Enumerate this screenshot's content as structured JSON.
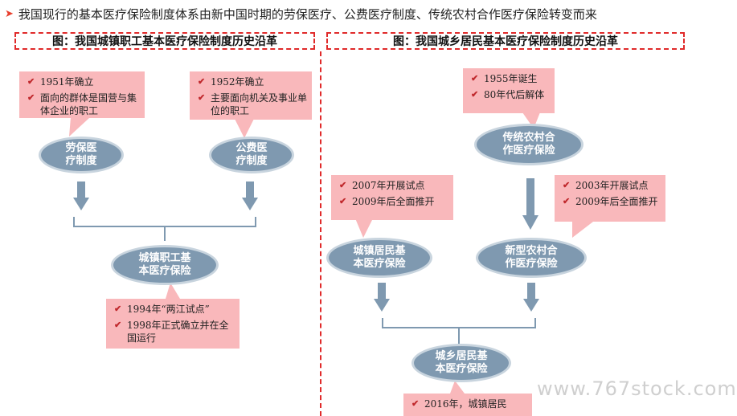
{
  "headline": "我国现行的基本医疗保险制度体系由新中国时期的劳保医疗、公费医疗制度、传统农村合作医疗保险转变而来",
  "left": {
    "title": "图：我国城镇职工基本医疗保险制度历史沿革",
    "note_labor": [
      "1951年确立",
      "面向的群体是国营与集体企业的职工"
    ],
    "note_public": [
      "1952年确立",
      "主要面向机关及事业单位的职工"
    ],
    "node_labor": "劳保医\n疗制度",
    "node_public": "公费医\n疗制度",
    "node_employee": "城镇职工基\n本医疗保险",
    "note_employee": [
      "1994年“两江试点”",
      "1998年正式确立并在全国运行"
    ]
  },
  "right": {
    "title": "图：我国城乡居民基本医疗保险制度历史沿革",
    "note_traditional": [
      "1955年诞生",
      "80年代后解体"
    ],
    "node_traditional": "传统农村合\n作医疗保险",
    "note_urban": [
      "2007年开展试点",
      "2009年后全面推开"
    ],
    "note_new": [
      "2003年开展试点",
      "2009年后全面推开"
    ],
    "node_urban": "城镇居民基\n本医疗保险",
    "node_new": "新型农村合\n作医疗保险",
    "node_unified": "城乡居民基\n本医疗保险",
    "note_unified": [
      "2016年，城镇居民"
    ]
  },
  "watermark": "www.767stock.com",
  "colors": {
    "accent": "#e02a2a",
    "note": "#f9b8bb",
    "node": "#7f99b0",
    "arrow": "#7f99b0"
  }
}
